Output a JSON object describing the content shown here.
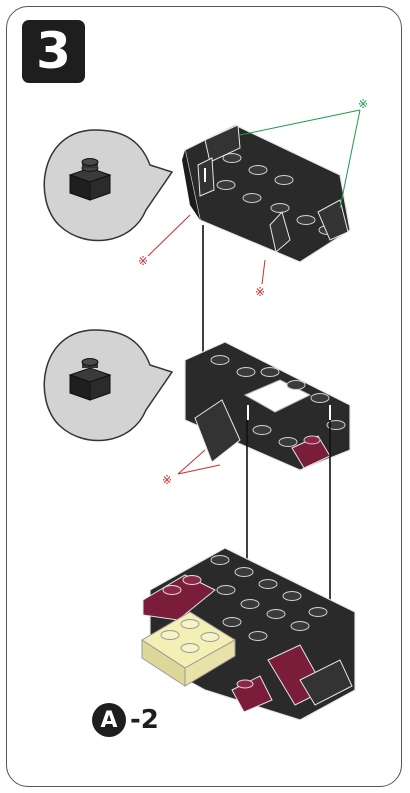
{
  "step": {
    "number": "3"
  },
  "sub_assembly": {
    "letter": "A",
    "suffix": "-2"
  },
  "annotations": {
    "reference_mark": "※"
  },
  "colors": {
    "brick_black": "#2a2a2a",
    "brick_top": "#3a3a3a",
    "brick_red": "#7a1d3a",
    "brick_tan": "#f3efb5",
    "callout_bg": "#d3d3d3",
    "note_green": "#1e9a4a",
    "note_red": "#d12a2a"
  },
  "icons": [
    "part-callout-bubble",
    "down-arrow",
    "reference-mark"
  ]
}
